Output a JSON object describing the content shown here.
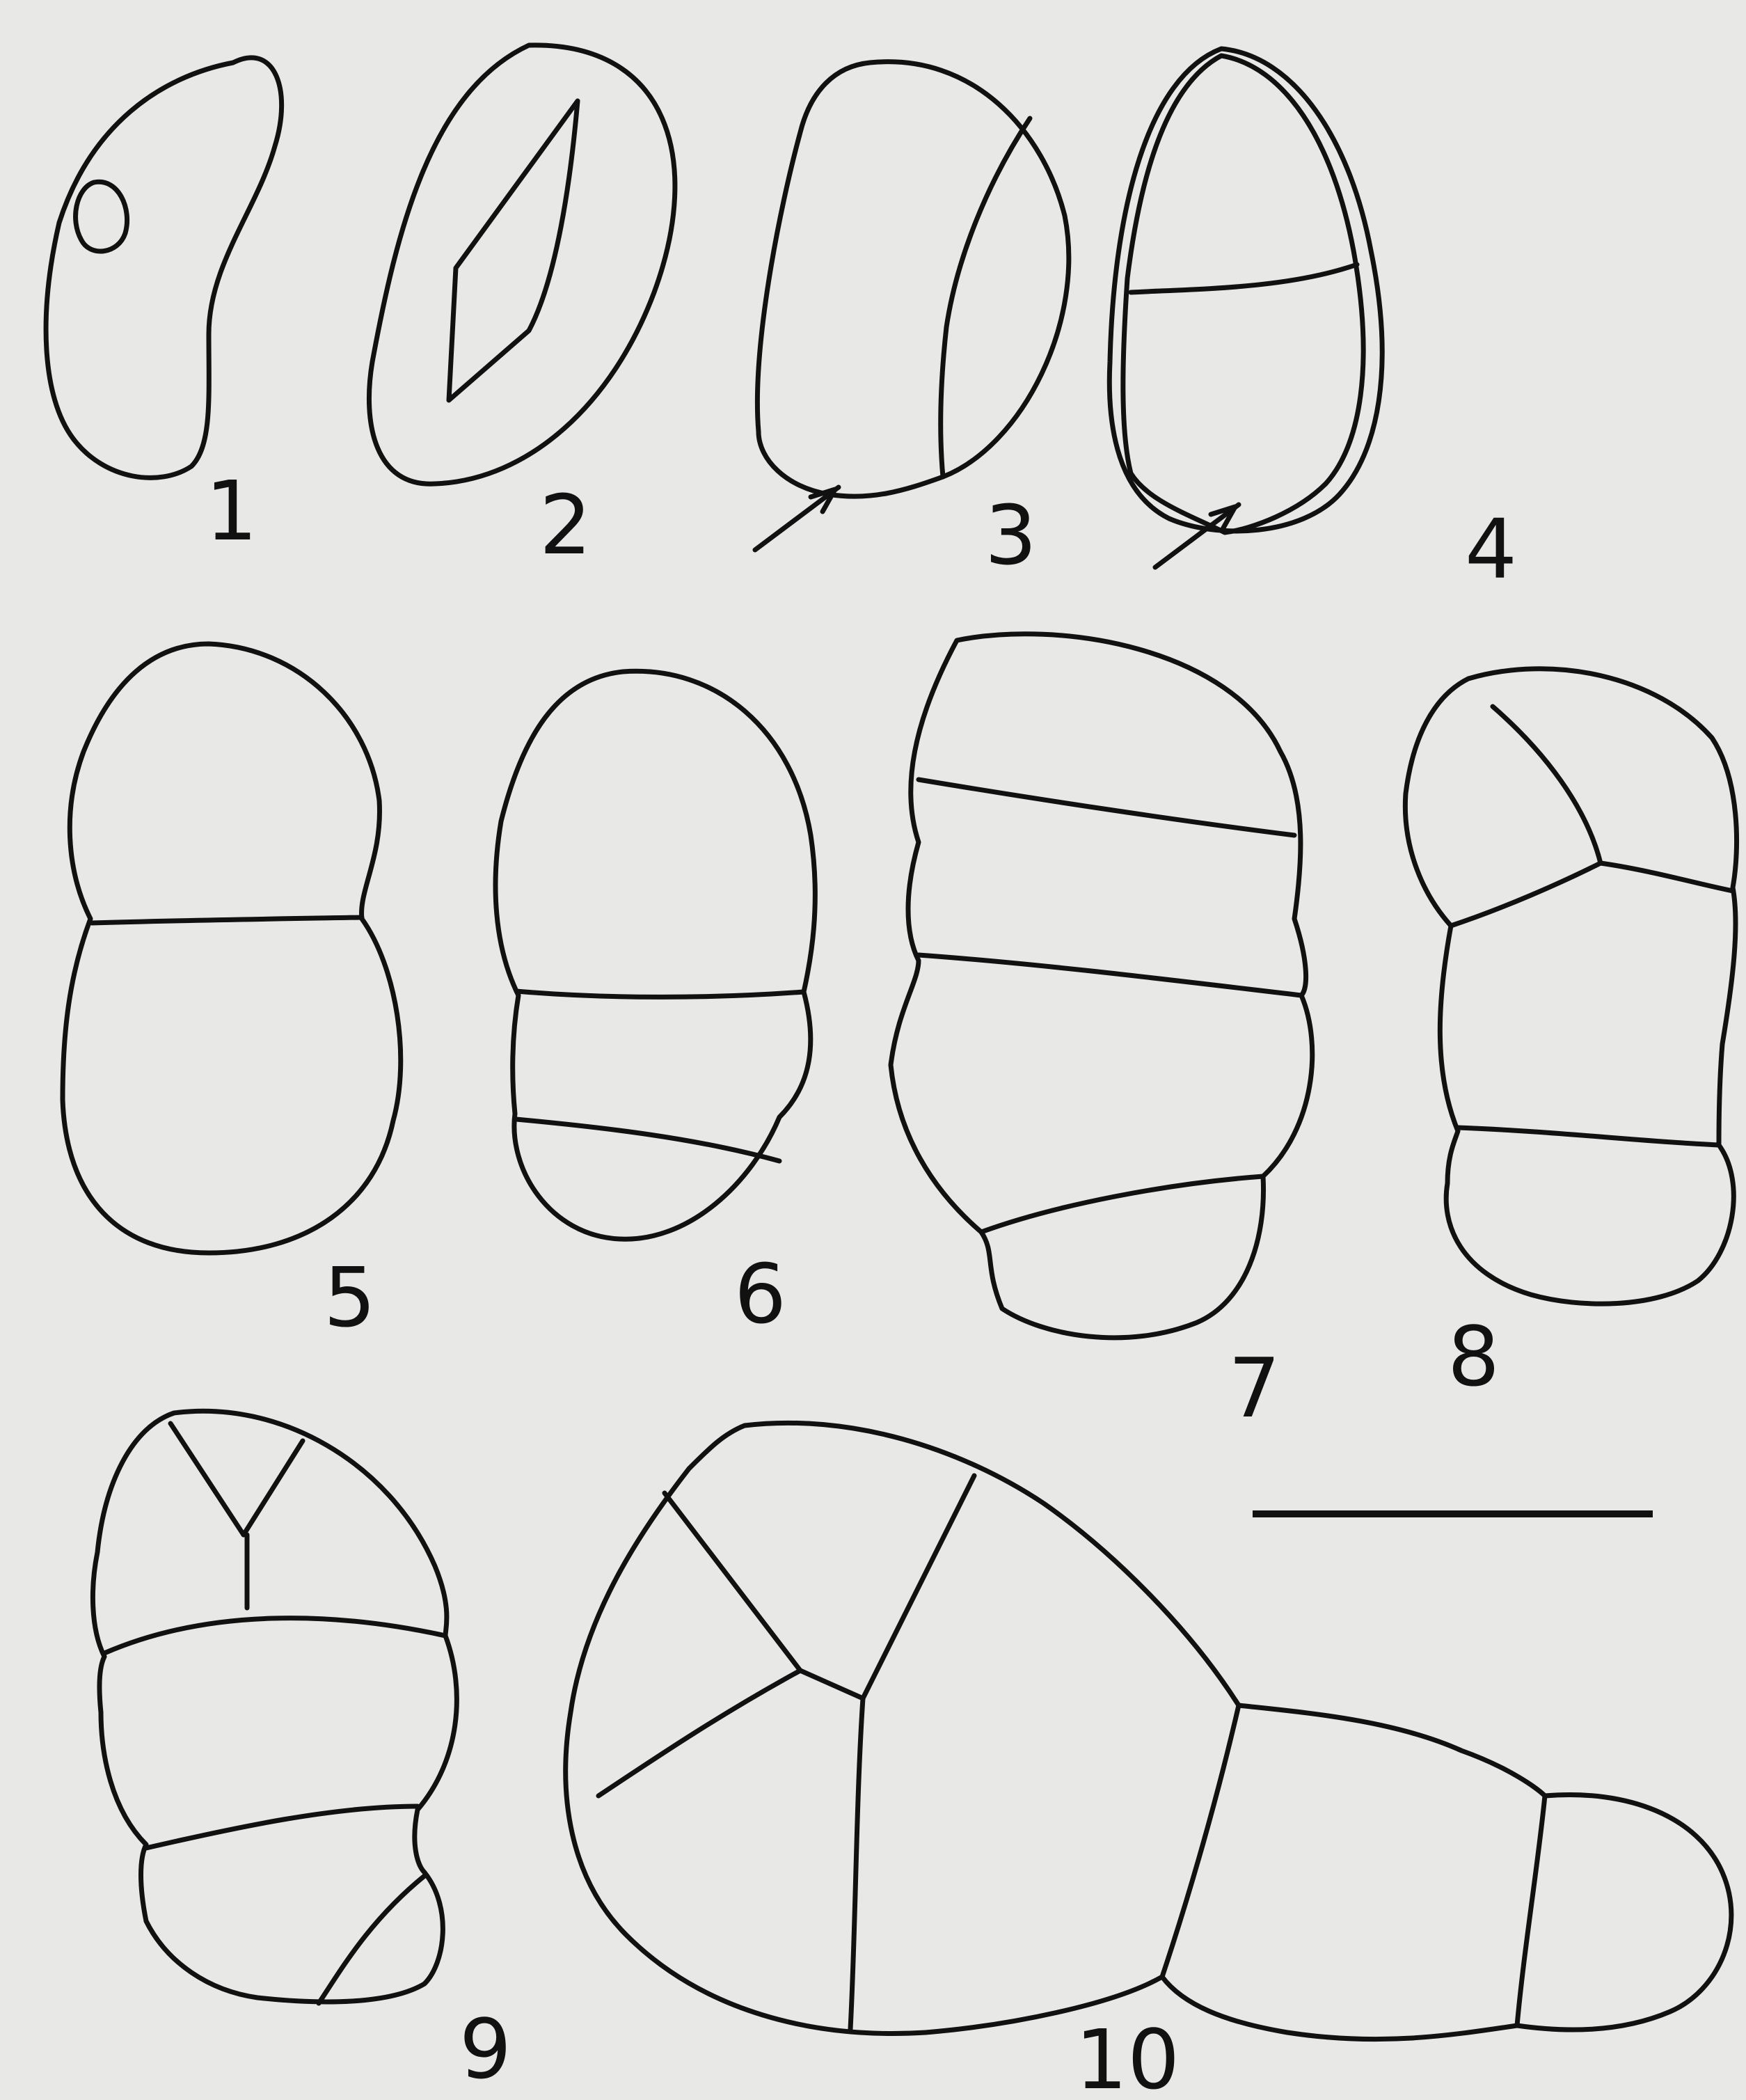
{
  "figure_labels": [
    "1",
    "2",
    "3",
    "4",
    "5",
    "6",
    "7",
    "8",
    "9",
    "10"
  ],
  "annotations": {
    "arrows": 2,
    "scale_bar": true
  },
  "colors": {
    "background": "#e8e8e6",
    "ink": "#111111"
  }
}
